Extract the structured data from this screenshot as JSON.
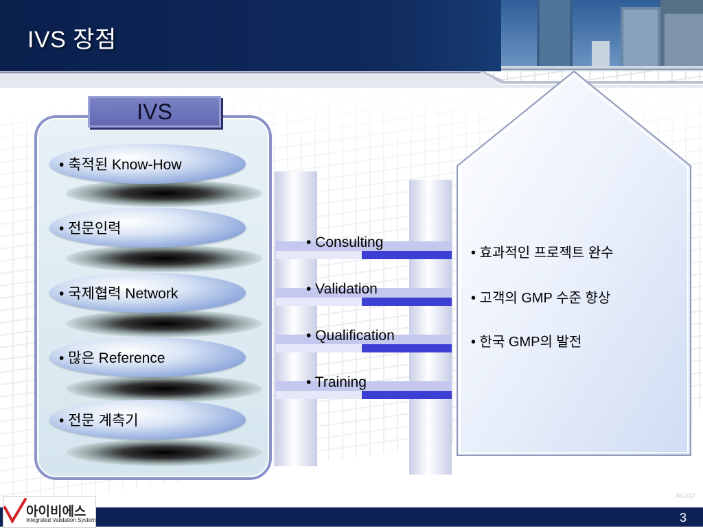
{
  "header": {
    "title": "IVS 장점"
  },
  "left_panel": {
    "title": "IVS",
    "items": [
      {
        "label": "• 축적된 Know-How"
      },
      {
        "label": "• 전문인력"
      },
      {
        "label": "• 국제협력 Network"
      },
      {
        "label": "• 많은 Reference"
      },
      {
        "label": "• 전문 계측기"
      }
    ]
  },
  "middle": {
    "items": [
      {
        "label": "• Consulting"
      },
      {
        "label": "• Validation"
      },
      {
        "label": "• Qualification"
      },
      {
        "label": "• Training"
      }
    ]
  },
  "right_panel": {
    "items": [
      {
        "label": "• 효과적인 프로젝트 완수"
      },
      {
        "label": "• 고객의 GMP 수준 향상"
      },
      {
        "label": "• 한국 GMP의 발전"
      }
    ]
  },
  "footer": {
    "logo_name": "아이비에스",
    "logo_subtitle": "Integrated Validation System",
    "page_number": "3",
    "watermark": "AUXO"
  },
  "colors": {
    "header_navy": "#0a1f4c",
    "accent_blue": "#3d3fd4",
    "panel_border": "#8b92c8",
    "logo_red": "#d2232a"
  }
}
